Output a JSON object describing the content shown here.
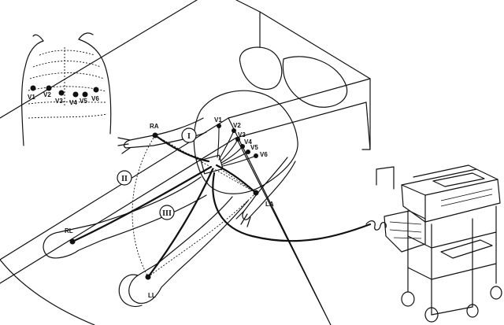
{
  "chest_inset": {
    "labels": [
      "V1",
      "V2",
      "V3",
      "V4",
      "V5",
      "V6"
    ]
  },
  "limb_electrodes": {
    "ra": "RA",
    "la": "LA",
    "rl": "RL",
    "ll": "LL"
  },
  "chest_electrodes": [
    "V1",
    "V2",
    "V3",
    "V4",
    "V5",
    "V6"
  ],
  "einthoven_leads": [
    "I",
    "II",
    "III"
  ]
}
